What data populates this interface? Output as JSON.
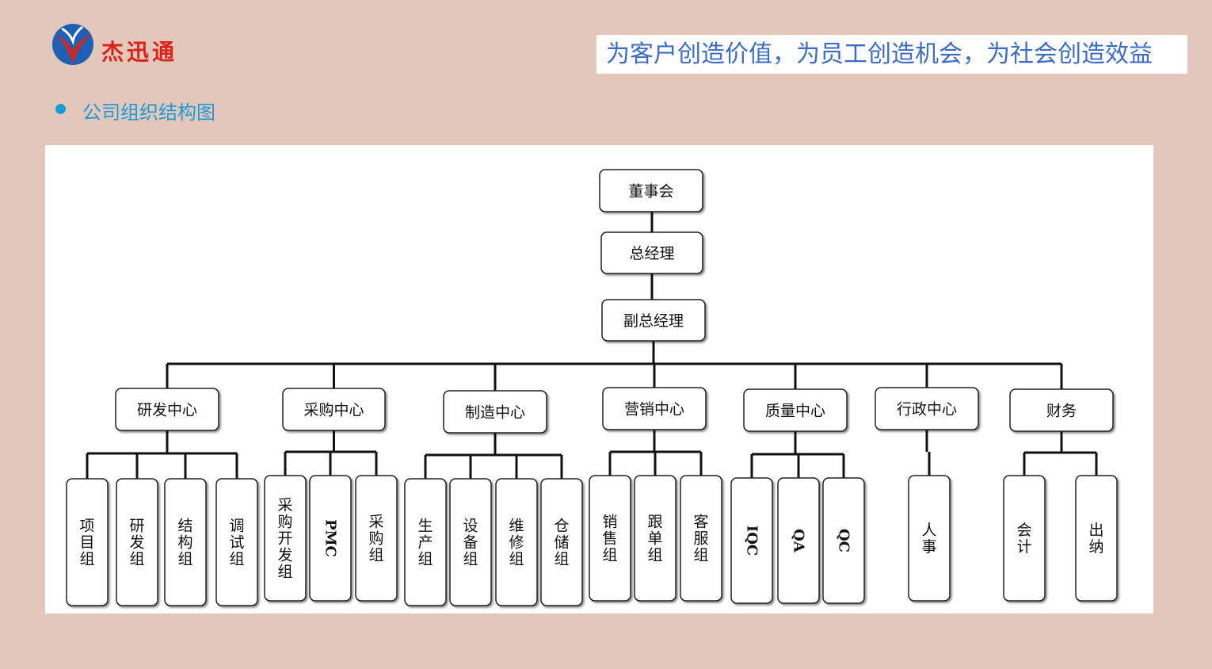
{
  "header": {
    "logo_text": "杰迅通",
    "slogan": "为客户创造价值，为员工创造机会，为社会创造效益"
  },
  "section": {
    "title": "公司组织结构图"
  },
  "colors": {
    "background": "#e3c7bb",
    "slogan_text": "#3d6cc4",
    "section_title": "#1c9ad6",
    "logo_red": "#d9241c",
    "logo_blue": "#1f5fb4"
  },
  "org": {
    "board": "董事会",
    "gm": "总经理",
    "vgm": "副总经理",
    "departments": [
      {
        "name": "研发中心",
        "children": [
          "项目组",
          "研发组",
          "结构组",
          "调试组"
        ]
      },
      {
        "name": "采购中心",
        "children": [
          "采购开发组",
          "PMC",
          "采购组"
        ]
      },
      {
        "name": "制造中心",
        "children": [
          "生产组",
          "设备组",
          "维修组",
          "仓储组"
        ]
      },
      {
        "name": "营销中心",
        "children": [
          "销售组",
          "跟单组",
          "客服组"
        ]
      },
      {
        "name": "质量中心",
        "children": [
          "IQC",
          "QA",
          "QC"
        ]
      },
      {
        "name": "行政中心",
        "children": [
          "人事"
        ]
      },
      {
        "name": "财务",
        "children": [
          "会计",
          "出纳"
        ]
      }
    ]
  }
}
